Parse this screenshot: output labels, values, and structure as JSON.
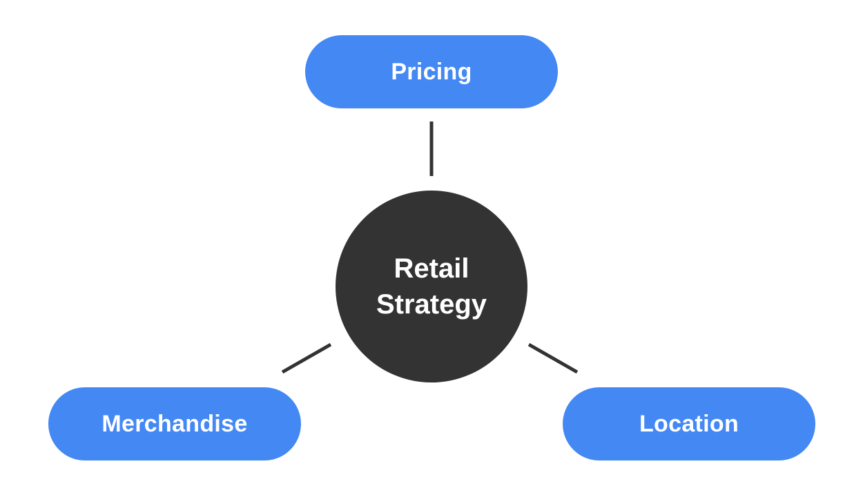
{
  "colors": {
    "node_fill": "#4488f4",
    "center_fill": "#333333",
    "connector": "#333333",
    "background": "#ffffff"
  },
  "diagram": {
    "center": {
      "line1": "Retail",
      "line2": "Strategy"
    },
    "nodes": {
      "pricing": "Pricing",
      "merchandise": "Merchandise",
      "location": "Location"
    }
  }
}
